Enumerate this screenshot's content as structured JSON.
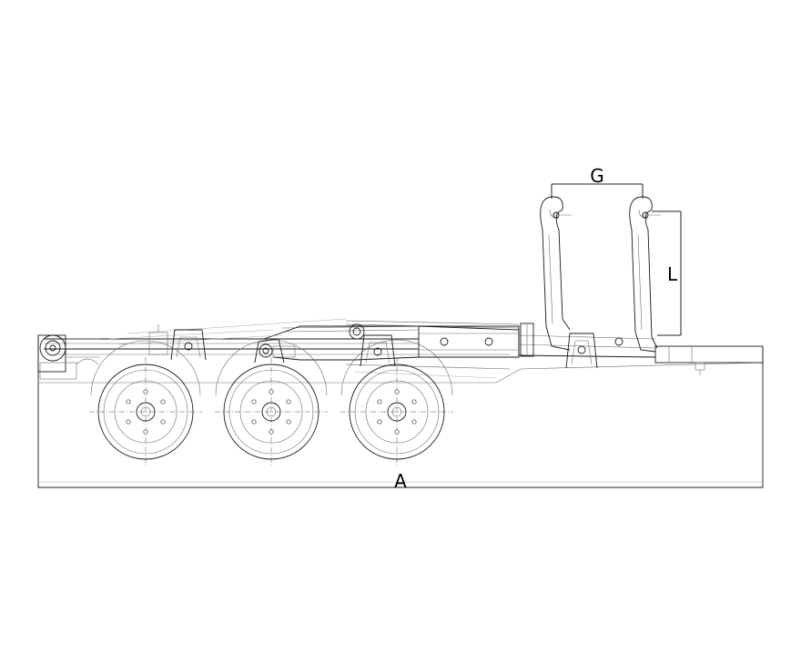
{
  "labels": {
    "overall_length": "A",
    "arm_spacing": "G",
    "hook_height": "L"
  },
  "colors": {
    "line": "#1a1a1a",
    "thin_line": "#6a6a6a",
    "faint_line": "#a8a8a8",
    "background": "#ffffff"
  },
  "axles": 3
}
